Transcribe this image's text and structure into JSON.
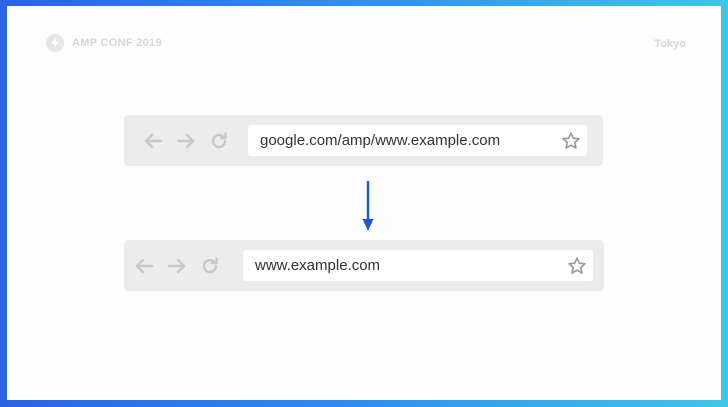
{
  "header": {
    "brand": "AMP CONF 2019",
    "city": "Tokyo"
  },
  "before": {
    "url": "google.com/amp/www.example.com"
  },
  "after": {
    "url": "www.example.com"
  },
  "icons": {
    "back": "back-arrow-icon",
    "forward": "forward-arrow-icon",
    "reload": "reload-icon",
    "bookmark": "star-icon",
    "flow": "down-arrow-icon",
    "brand": "lightning-bolt-icon"
  },
  "colors": {
    "gradient_start": "#2b63e6",
    "gradient_end": "#3fc6e6",
    "flow_arrow": "#1f55d8",
    "bar": "#ececec",
    "icon_gray": "#c8c8c8"
  }
}
